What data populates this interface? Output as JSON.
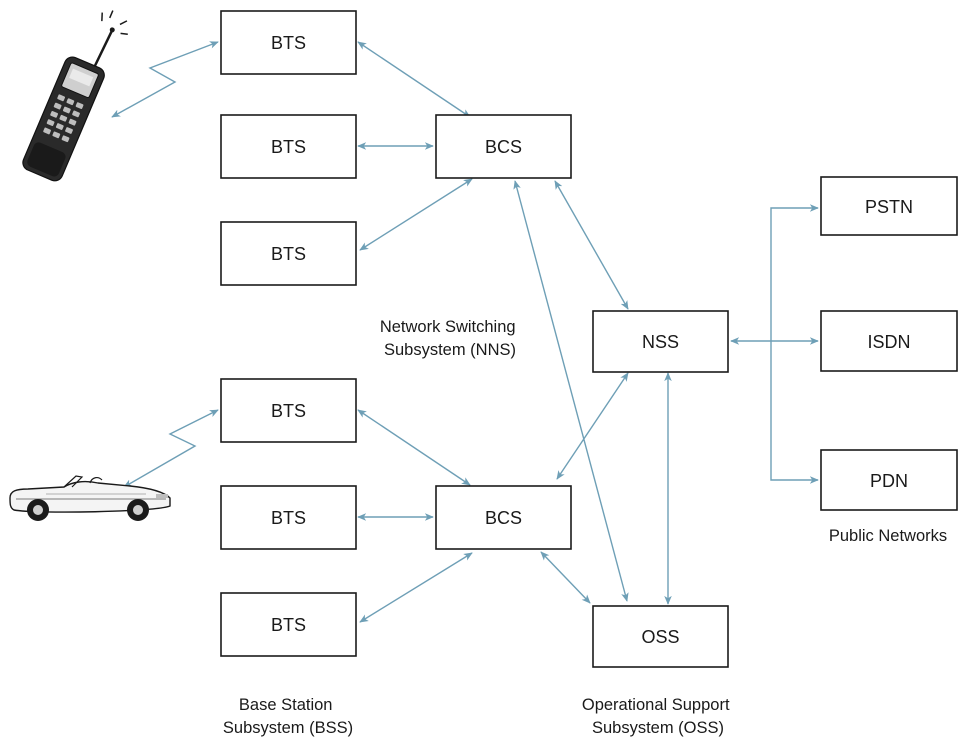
{
  "nodes": {
    "bts_1": "BTS",
    "bts_2": "BTS",
    "bts_3": "BTS",
    "bcs_top": "BCS",
    "bts_4": "BTS",
    "bts_5": "BTS",
    "bts_6": "BTS",
    "bcs_bottom": "BCS",
    "nss": "NSS",
    "oss": "OSS",
    "pstn": "PSTN",
    "isdn": "ISDN",
    "pdn": "PDN"
  },
  "captions": {
    "nns": [
      "Network Switching",
      "Subsystem (NNS)"
    ],
    "bss": [
      "Base Station",
      "Subsystem (BSS)"
    ],
    "oss": [
      "Operational Support",
      "Subsystem (OSS)"
    ],
    "public": [
      "Public Networks"
    ]
  },
  "colors": {
    "arrow": "#6e9fb6",
    "box_stroke": "#1a1a1a"
  },
  "icons": [
    "mobile-phone-icon",
    "convertible-car-icon"
  ]
}
